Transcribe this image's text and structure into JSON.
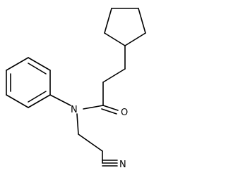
{
  "molecule": {
    "atom_labels": {
      "oxygen": "O",
      "nitrogen": "N",
      "nitrile": "N"
    }
  }
}
